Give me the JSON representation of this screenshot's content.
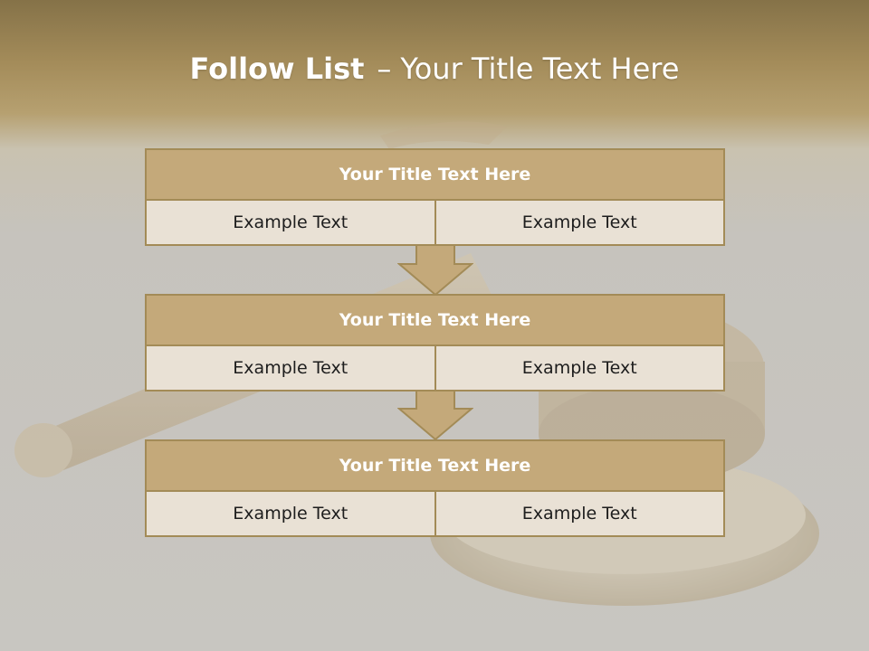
{
  "slide": {
    "title_bold": "Follow List",
    "title_dash": "–",
    "title_rest": "Your Title Text Here"
  },
  "blocks": [
    {
      "title": "Your Title Text Here",
      "left_text": "Example Text",
      "right_text": "Example Text"
    },
    {
      "title": "Your Title Text Here",
      "left_text": "Example Text",
      "right_text": "Example Text"
    },
    {
      "title": "Your Title Text Here",
      "left_text": "Example Text",
      "right_text": "Example Text"
    }
  ],
  "colors": {
    "header_band": "#a48c5a",
    "block_title_fill": "#c4a97a",
    "block_row_fill": "#e9e1d5",
    "border": "#a38b57",
    "arrow_fill": "#c4a97a"
  },
  "icons": {
    "background": "gavel-image",
    "connector": "down-arrow-icon"
  }
}
